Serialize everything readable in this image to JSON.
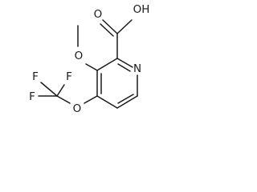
{
  "structure": {
    "atom_labels": {
      "hydroxyl": "OH",
      "carbonyl_oxygen": "O",
      "methoxy_oxygen": "O",
      "ring_nitrogen": "N",
      "ether_oxygen": "O",
      "fluorine_top_left": "F",
      "fluorine_top_right": "F",
      "fluorine_left": "F"
    }
  }
}
